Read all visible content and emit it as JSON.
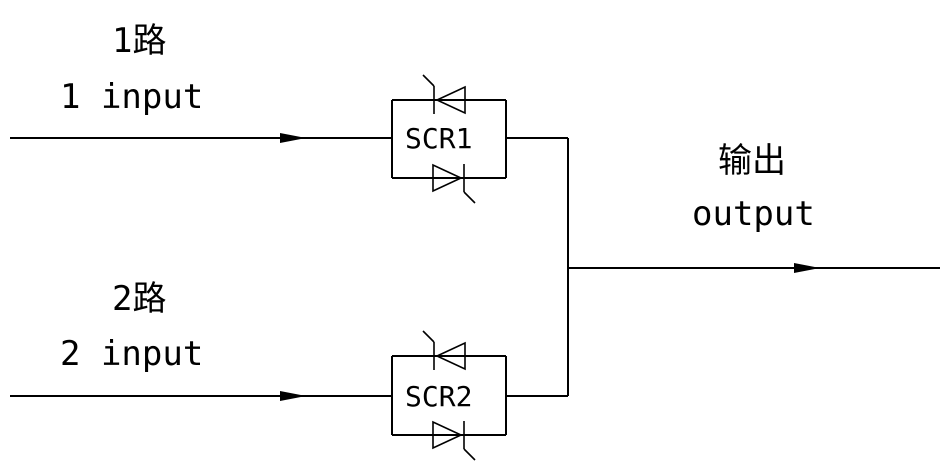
{
  "inputs": [
    {
      "cn": "1路",
      "en": "1 input"
    },
    {
      "cn": "2路",
      "en": "2 input"
    }
  ],
  "output": {
    "cn": "输出",
    "en": "output"
  },
  "switches": [
    {
      "label": "SCR1"
    },
    {
      "label": "SCR2"
    }
  ]
}
